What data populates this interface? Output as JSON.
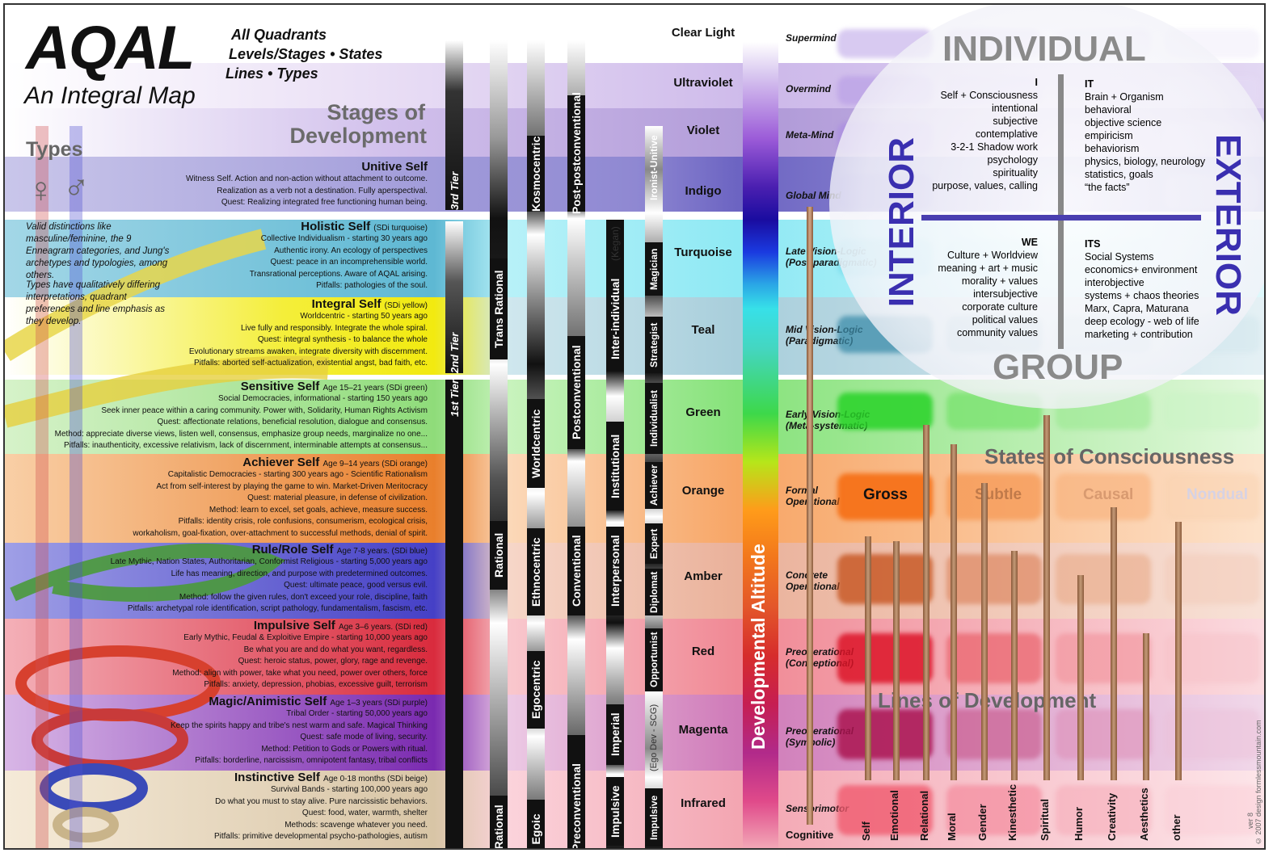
{
  "header": {
    "title": "AQAL",
    "subtitle": "An Integral Map",
    "elements": [
      "All Quadrants",
      "Levels/Stages • States",
      "Lines • Types"
    ],
    "stages_heading_1": "Stages of",
    "stages_heading_2": "Development",
    "types_heading": "Types",
    "types_desc_1": "Valid distinctions like masculine/feminine, the 9 Enneagram categories, and Jung's archetypes and typologies, among others.",
    "types_desc_2": "Types have qualitatively differing interpretations, quadrant preferences and line emphasis as they develop."
  },
  "colors": [
    "Clear Light",
    "Ultraviolet",
    "Violet",
    "Indigo",
    "Turquoise",
    "Teal",
    "Green",
    "Orange",
    "Amber",
    "Red",
    "Magenta",
    "Infrared"
  ],
  "cognitive": [
    {
      "l1": "Supermind",
      "l2": ""
    },
    {
      "l1": "Overmind",
      "l2": ""
    },
    {
      "l1": "Meta-Mind",
      "l2": ""
    },
    {
      "l1": "Global Mind",
      "l2": ""
    },
    {
      "l1": "Late Vision-Logic",
      "l2": "(Post-paradigmatic)"
    },
    {
      "l1": "Mid Vision-Logic",
      "l2": "(Paradigmatic)"
    },
    {
      "l1": "Early Vision-Logic",
      "l2": "(Meta-systematic)"
    },
    {
      "l1": "Formal",
      "l2": "Operational"
    },
    {
      "l1": "Concrete",
      "l2": "Operational"
    },
    {
      "l1": "Preoperational",
      "l2": "(Conceptional)"
    },
    {
      "l1": "Preoperational",
      "l2": "(Symbolic)"
    },
    {
      "l1": "Sensorimotor",
      "l2": ""
    }
  ],
  "cognitive_label": "Cognitive",
  "altitude_label": "Developmental Altitude",
  "stages": [
    {
      "title": "Unitive Self",
      "meta": "",
      "lines": [
        "Witness Self. Action and non-action without attachment to outcome.",
        "Realization as a verb not a destination. Fully aperspectival.",
        "Quest: Realizing integrated free functioning human being."
      ]
    },
    {
      "title": "Holistic Self",
      "meta": "(SDi turquoise)",
      "lines": [
        "Collective Individualism - starting 30 years ago",
        "Authentic irony. An ecology of perspectives",
        "Quest: peace in an incomprehensible world.",
        "Transrational perceptions. Aware of AQAL arising.",
        "Pitfalls: pathologies of the soul."
      ]
    },
    {
      "title": "Integral Self",
      "meta": "(SDi yellow)",
      "lines": [
        "Worldcentric - starting 50 years ago",
        "Live fully and responsibly. Integrate the whole spiral.",
        "Quest: integral synthesis - to balance the whole",
        "Evolutionary streams awaken, integrate diversity with discernment.",
        "Pitfalls: aborted self-actualization, existential angst, bad faith, etc."
      ]
    },
    {
      "title": "Sensitive Self",
      "meta": "Age 15–21 years (SDi green)",
      "lines": [
        "Social Democracies, informational - starting 150 years ago",
        "Seek inner peace within a caring community. Power with, Solidarity, Human Rights Activism",
        "Quest: affectionate relations, beneficial resolution, dialogue and consensus.",
        "Method: appreciate diverse views, listen well, consensus, emphasize group needs, marginalize no one...",
        "Pitfalls: inauthenticity, excessive relativism, lack of discernment, interminable attempts at consensus..."
      ]
    },
    {
      "title": "Achiever Self",
      "meta": "Age 9–14 years (SDi orange)",
      "lines": [
        "Capitalistic Democracies - starting 300 years ago - Scientific Rationalism",
        "Act from self-interest by playing the game to win. Market-Driven Meritocracy",
        "Quest: material pleasure, in defense of civilization.",
        "Method: learn to excel, set goals, achieve, measure success.",
        "Pitfalls: identity crisis, role confusions, consumerism, ecological crisis,",
        "workaholism, goal-fixation, over-attachment to successful methods, denial of spirit."
      ]
    },
    {
      "title": "Rule/Role Self",
      "meta": "Age 7-8 years. (SDi blue)",
      "lines": [
        "Late Mythic, Nation States, Authoritarian, Conformist Religious - starting 5,000 years ago",
        "Life has meaning, direction, and purpose with predetermined outcomes.",
        "Quest: ultimate peace, good versus evil.",
        "Method: follow the given rules, don't exceed your role, discipline, faith",
        "Pitfalls: archetypal role identification, script pathology, fundamentalism, fascism, etc."
      ]
    },
    {
      "title": "Impulsive Self",
      "meta": "Age 3–6 years. (SDi red)",
      "lines": [
        "Early Mythic, Feudal & Exploitive Empire - starting 10,000 years ago",
        "Be what you are and do what you want, regardless.",
        "Quest: heroic status, power, glory, rage and revenge.",
        "Method: align with power, take what you need, power over others, force",
        "Pitfalls: anxiety, depression, phobias, excessive guilt, terrorism"
      ]
    },
    {
      "title": "Magic/Animistic Self",
      "meta": "Age 1–3 years (SDi purple)",
      "lines": [
        "Tribal Order - starting 50,000 years ago",
        "Keep the spirits happy and tribe's nest warm and safe. Magical Thinking",
        "Quest: safe mode of living, security.",
        "Method: Petition to Gods or Powers with ritual.",
        "Pitfalls: borderline, narcissism, omnipotent fantasy, tribal conflicts"
      ]
    },
    {
      "title": "Instinctive Self",
      "meta": "Age 0-18 months (SDi beige)",
      "lines": [
        "Survival Bands - starting 100,000 years ago",
        "Do what you must to stay alive. Pure narcissistic behaviors.",
        "Quest: food, water, warmth, shelter",
        "Methods: scavenge whatever you need.",
        "Pitfalls: primitive developmental psycho-pathologies, autism"
      ]
    }
  ],
  "tiers": [
    "3rd Tier",
    "2nd Tier",
    "1st Tier"
  ],
  "columns": {
    "rationality": [
      "Trans Rational",
      "Rational",
      "Pre Rational"
    ],
    "centric": [
      "Kosmocentric",
      "Worldcentric",
      "Ethnocentric",
      "Egocentric",
      "Pre Egoic"
    ],
    "conventional": [
      "Post-postconventional",
      "Postconventional",
      "Conventional",
      "Preconventional"
    ],
    "kegan": [
      "Inter-individual",
      "(Kegan)",
      "Institutional",
      "Interpersonal",
      "Imperial",
      "Impulsive"
    ],
    "egodev": [
      "Ironist-Unitive",
      "Magician",
      "Strategist",
      "Individualist",
      "Achiever",
      "Expert",
      "Diplomat",
      "Opportunist",
      "(Ego Dev - SCG)",
      "Impulsive"
    ]
  },
  "quadrants": {
    "individual": "INDIVIDUAL",
    "group": "GROUP",
    "interior": "INTERIOR",
    "exterior": "EXTERIOR",
    "i": {
      "head": "I",
      "items": [
        "Self + Consciousness",
        "intentional",
        "subjective",
        "contemplative",
        "3-2-1 Shadow work",
        "psychology",
        "spirituality",
        "purpose, values, calling"
      ]
    },
    "it": {
      "head": "IT",
      "items": [
        "Brain + Organism",
        "behavioral",
        "objective science",
        "empiricism",
        "behaviorism",
        "physics, biology, neurology",
        "statistics,  goals",
        "“the facts”"
      ]
    },
    "we": {
      "head": "WE",
      "items": [
        "Culture + Worldview",
        "meaning + art + music",
        "morality + values",
        "intersubjective",
        "corporate culture",
        "political values",
        "community values"
      ]
    },
    "its": {
      "head": "ITS",
      "items": [
        "Social Systems",
        "economics+ environment",
        "interobjective",
        "systems + chaos theories",
        "Marx, Capra, Maturana",
        "deep ecology - web of life",
        "marketing + contribution"
      ]
    }
  },
  "states": {
    "heading": "States of Consciousness",
    "items": [
      "Gross",
      "Subtle",
      "Causal",
      "Nondual"
    ]
  },
  "lines": {
    "heading": "Lines of Development",
    "items": [
      "Self",
      "Emotional",
      "Relational",
      "Moral",
      "Gender",
      "Kinesthetic",
      "Spiritual",
      "Humor",
      "Creativity",
      "Aesthetics",
      "other"
    ],
    "values": [
      0.62,
      0.61,
      0.85,
      0.81,
      0.73,
      0.59,
      0.87,
      0.54,
      0.68,
      0.42,
      0.65
    ]
  },
  "credit": {
    "version": "ver 8",
    "copyright": "© 2007 design    formlessmountain.com"
  },
  "palette": {
    "violet": "#8a5cc8",
    "turquoise": "#5ad6e6",
    "teal": "#7fb9c9",
    "green": "#7ddc6a",
    "orange": "#f39a55",
    "amber": "#e08b60",
    "red": "#e03040",
    "magenta": "#b04a9a",
    "infrared": "#f06a7a",
    "blue": "#4a3fb0"
  }
}
